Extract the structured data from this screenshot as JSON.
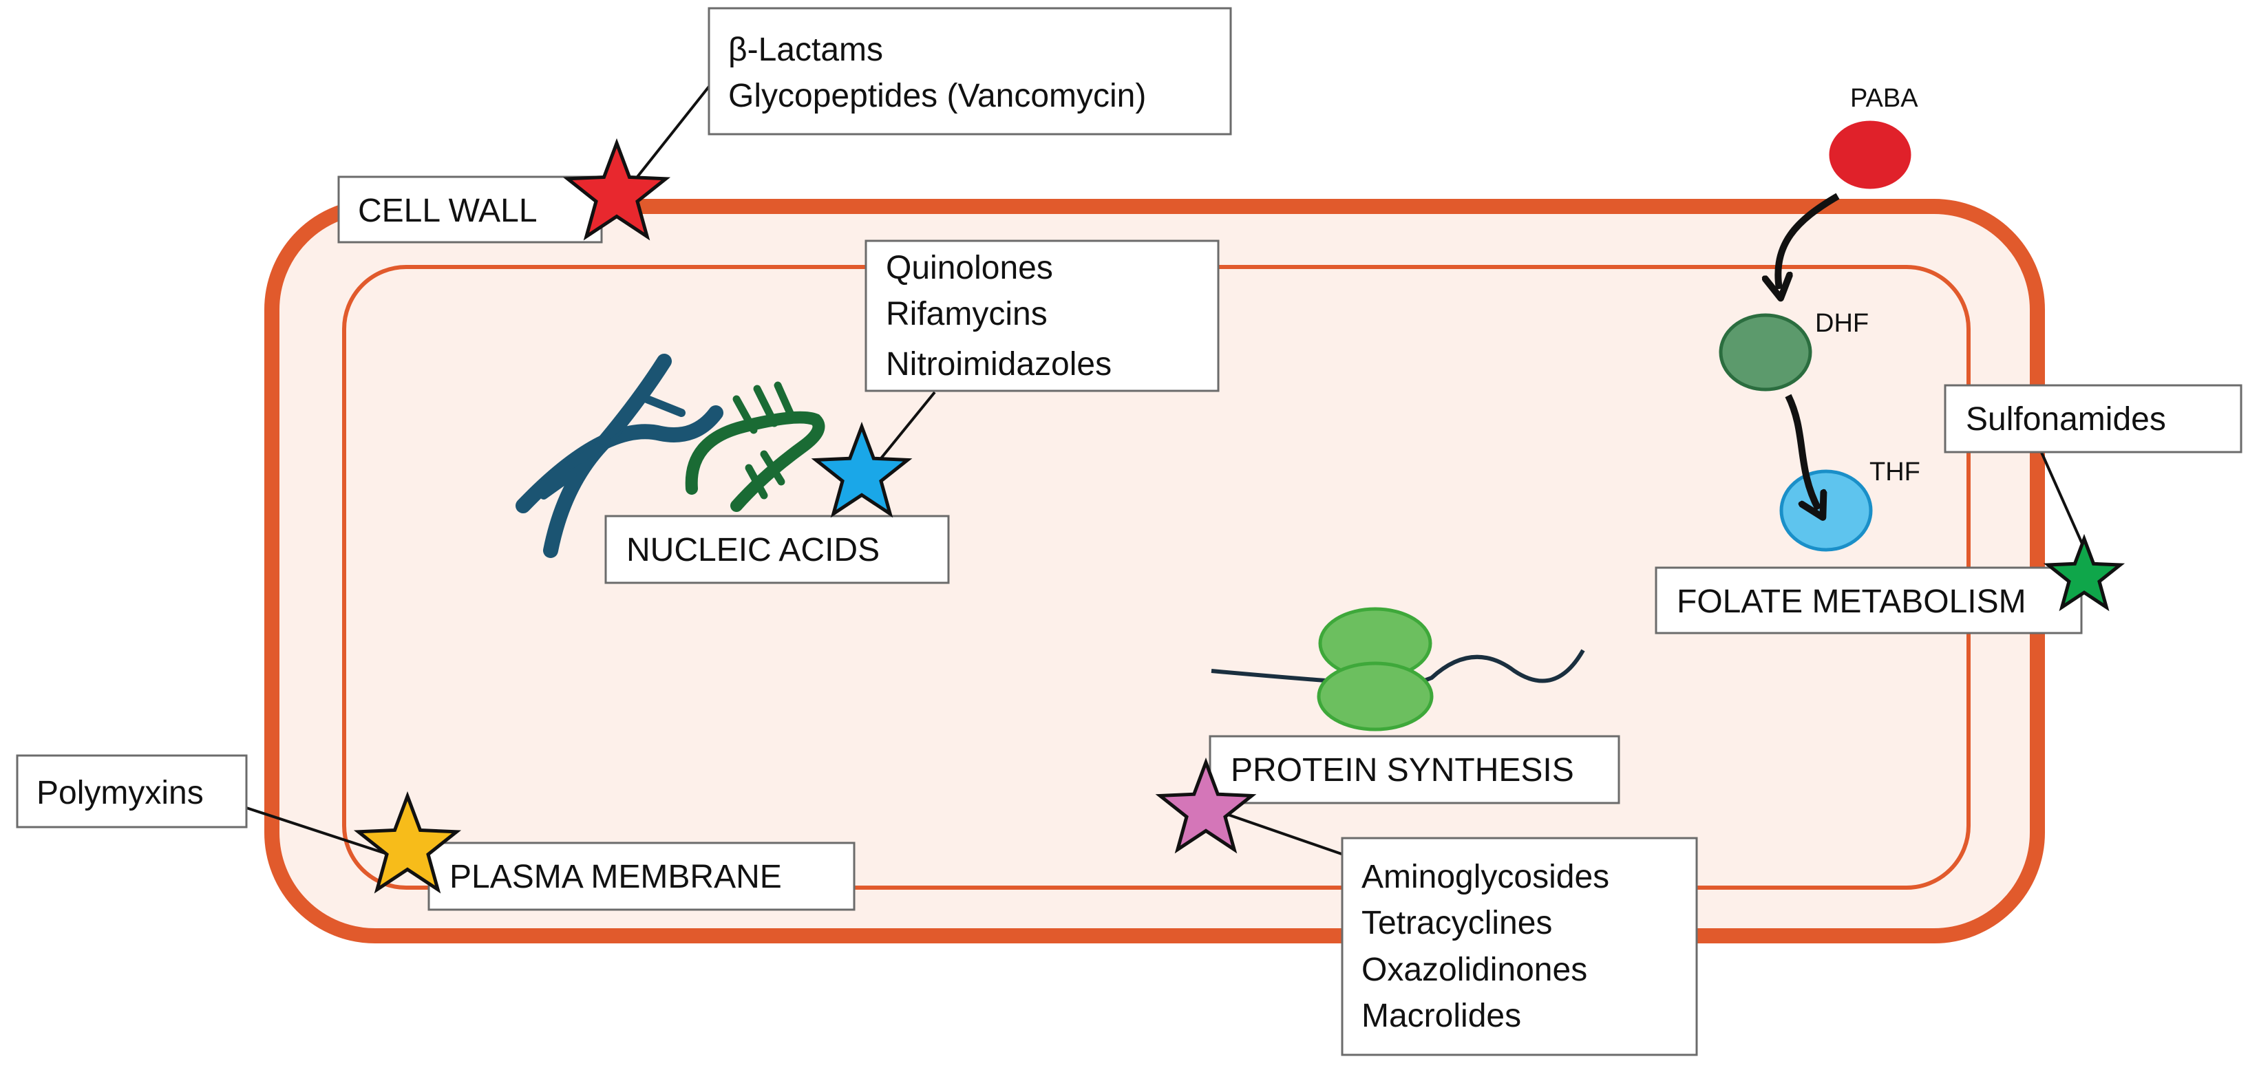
{
  "colors": {
    "wall": "#e15a2c",
    "cytoplasm": "#fdf0ea",
    "cell_wall_star": "#e8282e",
    "nucleic_star": "#1aa7e8",
    "folate_star": "#0fa64a",
    "protein_star": "#d476b8",
    "membrane_star": "#f7bc1a",
    "paba": "#e0212a",
    "dhf": "#5c9a6c",
    "thf": "#5ec4ee",
    "ribosome": "#6cbf5f",
    "dna_blue": "#1b5472",
    "dna_green": "#1a6b34"
  },
  "targets": {
    "cell_wall": {
      "label": "CELL WALL",
      "drugs": [
        "β-Lactams",
        "Glycopeptides (Vancomycin)"
      ]
    },
    "nucleic_acids": {
      "label": "NUCLEIC ACIDS",
      "drugs": [
        "Quinolones",
        "Rifamycins",
        "Nitroimidazoles"
      ]
    },
    "folate": {
      "label": "FOLATE METABOLISM",
      "drugs": [
        "Sulfonamides"
      ]
    },
    "protein": {
      "label": "PROTEIN SYNTHESIS",
      "drugs": [
        "Aminoglycosides",
        "Tetracyclines",
        "Oxazolidinones",
        "Macrolides"
      ]
    },
    "membrane": {
      "label": "PLASMA MEMBRANE",
      "drugs": [
        "Polymyxins"
      ]
    }
  },
  "pathway": {
    "paba": "PABA",
    "dhf": "DHF",
    "thf": "THF"
  }
}
